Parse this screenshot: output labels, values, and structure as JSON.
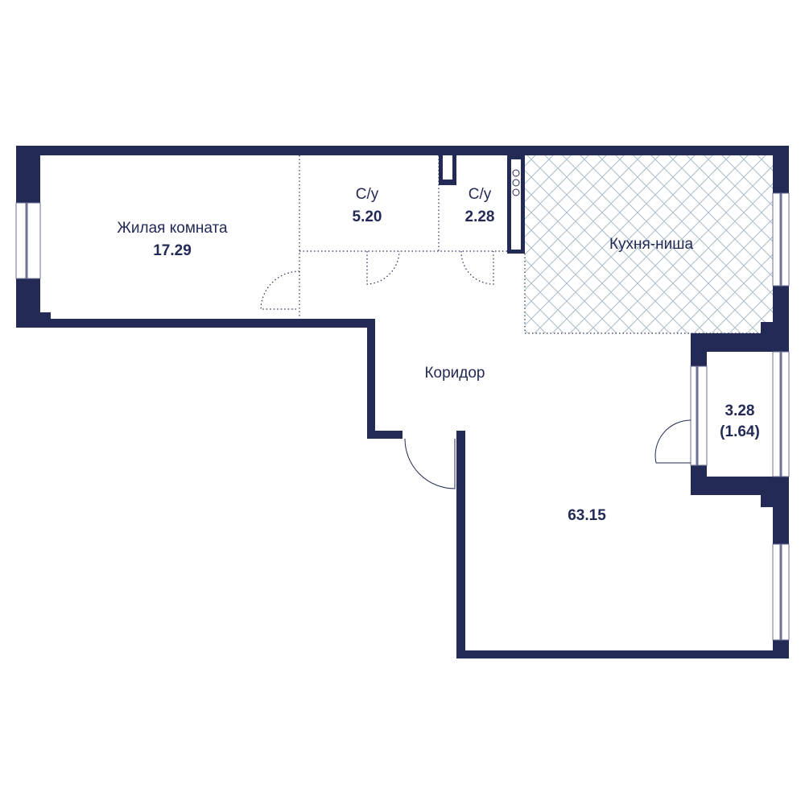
{
  "plan": {
    "wall_color": "#242a56",
    "hatch_color": "#a9bcc8",
    "rooms": [
      {
        "name": "Жилая комната",
        "area": "17.29"
      },
      {
        "name": "С/у",
        "area": "5.20"
      },
      {
        "name": "С/у",
        "area": "2.28"
      },
      {
        "name": "Кухня-ниша",
        "area": ""
      },
      {
        "name": "Коридор",
        "area": ""
      },
      {
        "name": "",
        "area": "3.28",
        "area_secondary": "(1.64)"
      }
    ],
    "total_area": "63.15"
  }
}
